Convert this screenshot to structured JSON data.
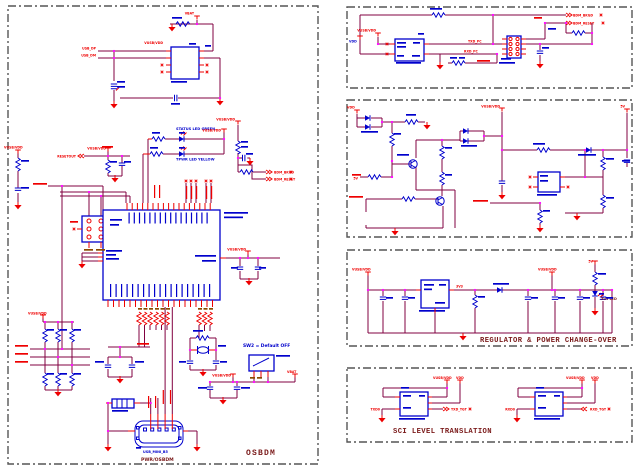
{
  "titles": {
    "sheet": "OSBDM",
    "regulator": "REGULATOR & POWER CHANGE-OVER",
    "sci": "SCI LEVEL TRANSLATION"
  },
  "notes": {
    "sw2": "SW2 = Default OFF",
    "led_green": "STATUS LED GREEN",
    "led_yellow": "TPWR LED YELLOW",
    "led_3v3": "3V3 LED"
  },
  "nets": {
    "vusb_vdd": "VUSB/VDD",
    "vdd": "VDD",
    "v5": "5V",
    "v3v3": "3V3",
    "vbat": "VBAT",
    "resetout": "RESETOUT",
    "usb_dp": "USB_DP",
    "usb_dm": "USB_DM",
    "bdm_bkgd": "BDM_BKGD",
    "bdm_reset": "BDM_RESET",
    "txd_pc": "TXD_PC",
    "rxd_pc": "RXD_PC",
    "txd_tgt": "TXD_TGT",
    "rxd_tgt": "RXD_TGT",
    "txd0": "TXD0",
    "rxd0": "RXD0"
  },
  "connector": {
    "usb_label": "PWR/OSBDM",
    "usb_ref": "USB_MINI_B5"
  },
  "colors": {
    "wire": "#800040",
    "component": "#0000cc",
    "pin": "#ee0000",
    "junction": "#ff00ff",
    "note": "#0000cc",
    "title_text": "#7a1a1a",
    "brown": "#8a4a00"
  }
}
